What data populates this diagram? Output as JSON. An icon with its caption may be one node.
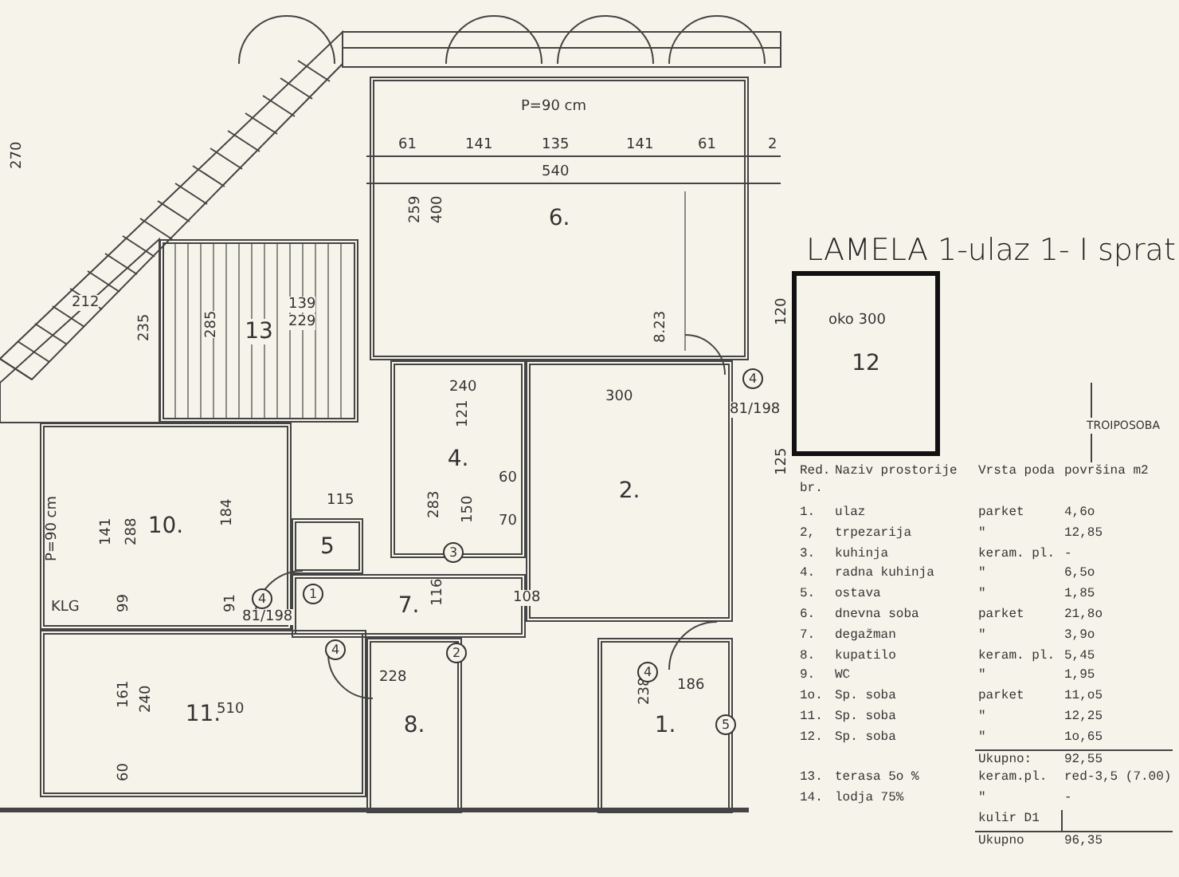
{
  "diagram": {
    "title": "LAMELA 1-ulaz 1- I sprat",
    "nodes": [
      {
        "text": [
          "6."
        ]
      },
      {
        "text": [
          "13"
        ]
      },
      {
        "text": [
          "12"
        ]
      },
      {
        "text": [
          "4."
        ]
      },
      {
        "text": [
          "2."
        ]
      },
      {
        "text": [
          "5"
        ]
      },
      {
        "text": [
          "10."
        ]
      },
      {
        "text": [
          "7."
        ]
      },
      {
        "text": [
          "11."
        ]
      },
      {
        "text": [
          "8."
        ]
      },
      {
        "text": [
          "1."
        ]
      }
    ],
    "labels": [
      "61",
      "141",
      "135",
      "141",
      "61",
      "2",
      "540",
      "P=90 cm",
      "259",
      "400",
      "8.23",
      "300",
      "240",
      "121",
      "150",
      "60",
      "70",
      "283",
      "212",
      "235",
      "285",
      "139",
      "229",
      "120",
      "125",
      "oko 300",
      "184",
      "141",
      "288",
      "99",
      "91",
      "81/198",
      "510",
      "161",
      "240",
      "60",
      "P=90 cm",
      "KLG",
      "81/198",
      "116",
      "108",
      "228",
      "238",
      "186",
      "115",
      "270",
      "4",
      "4",
      "4",
      "4",
      "3",
      "2",
      "1",
      "5",
      "TROIPOSOBA",
      "Red. br.",
      "Naziv prostorije",
      "Vrsta poda",
      "površina m2",
      "1.",
      "ulaz",
      "parket",
      "4,6o",
      "2,",
      "trpezarija",
      "\"",
      "12,85",
      "3.",
      "kuhinja",
      "keram. pl.",
      "-",
      "4.",
      "radna kuhinja",
      "\"",
      "6,5o",
      "5.",
      "ostava",
      "\"",
      "1,85",
      "6.",
      "dnevna soba",
      "parket",
      "21,8o",
      "7.",
      "degažman",
      "\"",
      "3,9o",
      "8.",
      "kupatilo",
      "keram. pl.",
      "5,45",
      "9.",
      "WC",
      "\"",
      "1,95",
      "1o.",
      "Sp. soba",
      "parket",
      "11,o5",
      "11.",
      "Sp. soba",
      "\"",
      "12,25",
      "12.",
      "Sp. soba",
      "\"",
      "1o,65",
      "Ukupno:",
      "92,55",
      "13.",
      "terasa 5o %",
      "keram.pl.",
      "red-3,5 (7.00)",
      "14.",
      "lodja 75%",
      "\"",
      "-",
      "kulir D1",
      "Ukupno",
      "96,35"
    ]
  }
}
